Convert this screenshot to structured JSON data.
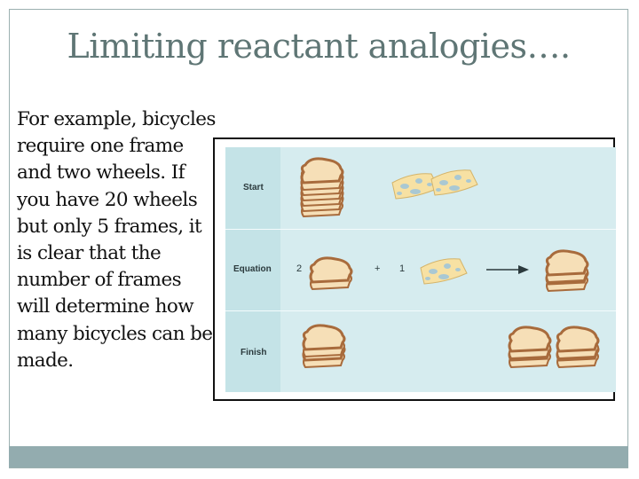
{
  "slide": {
    "title": "Limiting reactant analogies….",
    "body": "For example, bicycles require one frame and two wheels.  If you have 20 wheels but only 5 frames, it is clear that the number of frames will determine how many bicycles can be made."
  },
  "figure": {
    "rows": [
      {
        "label": "Start"
      },
      {
        "label": "Equation"
      },
      {
        "label": "Finish"
      }
    ],
    "equation": {
      "coef_bread": "2",
      "plus": "+",
      "coef_cheese": "1"
    },
    "colors": {
      "panel": "#d6ecef",
      "label_column": "#c4e3e7",
      "bread_crust": "#a86b3c",
      "bread_inside": "#f6dfb7",
      "cheese": "#f7e1a3",
      "cheese_holes": "#a9c8d3"
    }
  }
}
